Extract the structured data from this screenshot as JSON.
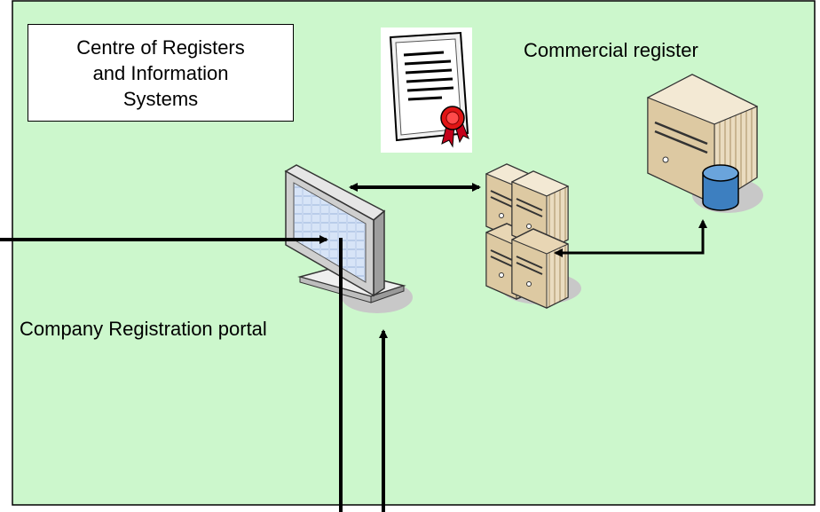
{
  "diagram": {
    "organization_box": {
      "line1": "Centre of Registers",
      "line2": "and Information",
      "line3": "Systems"
    },
    "commercial_register_label": "Commercial register",
    "portal_label": "Company Registration portal"
  },
  "colors": {
    "region_fill": "#ccf7cc",
    "region_stroke": "#000000",
    "arrow": "#000000",
    "server_beige": "#e8d6b4",
    "database_blue": "#3d7fc0",
    "seal_red": "#d11a1a"
  },
  "icons": {
    "certificate": "certificate-icon",
    "monitor": "monitor-icon",
    "server_cluster": "server-cluster-icon",
    "database_server": "database-server-icon"
  }
}
